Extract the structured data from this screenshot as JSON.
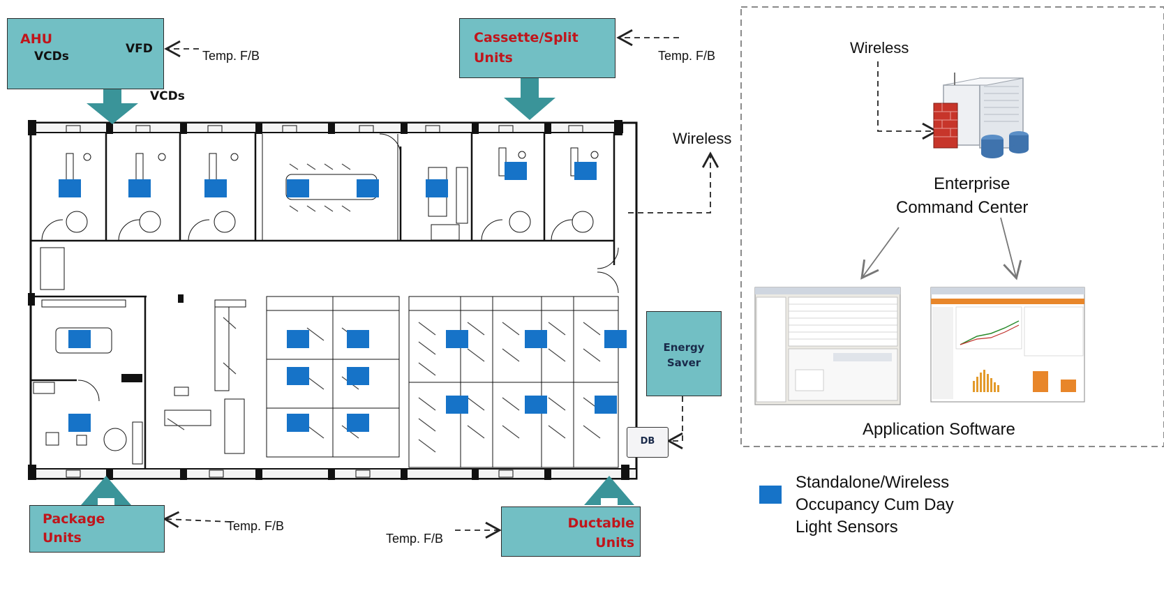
{
  "units": {
    "ahu": {
      "title": "AHU",
      "vcds": "VCDs",
      "vfd": "VFD"
    },
    "cassette": {
      "line1": "Cassette/Split",
      "line2": "Units"
    },
    "package": {
      "line1": "Package",
      "line2": "Units"
    },
    "ductable": {
      "line1": "Ductable",
      "line2": "Units"
    }
  },
  "labels": {
    "temp_fb": "Temp. F/B",
    "vcds": "VCDs",
    "wireless": "Wireless",
    "energy_saver_1": "Energy",
    "energy_saver_2": "Saver",
    "db": "DB"
  },
  "command_center": {
    "wireless": "Wireless",
    "line1": "Enterprise",
    "line2": "Command Center",
    "software": "Application Software"
  },
  "legend": {
    "line1": "Standalone/Wireless",
    "line2": "Occupancy Cum Day",
    "line3": "Light Sensors"
  },
  "colors": {
    "unit_box": "#72bfc4",
    "arrow": "#3a9499",
    "sensor": "#1673c8",
    "unit_label": "#c0151b",
    "energy_label": "#1a2a4a"
  }
}
